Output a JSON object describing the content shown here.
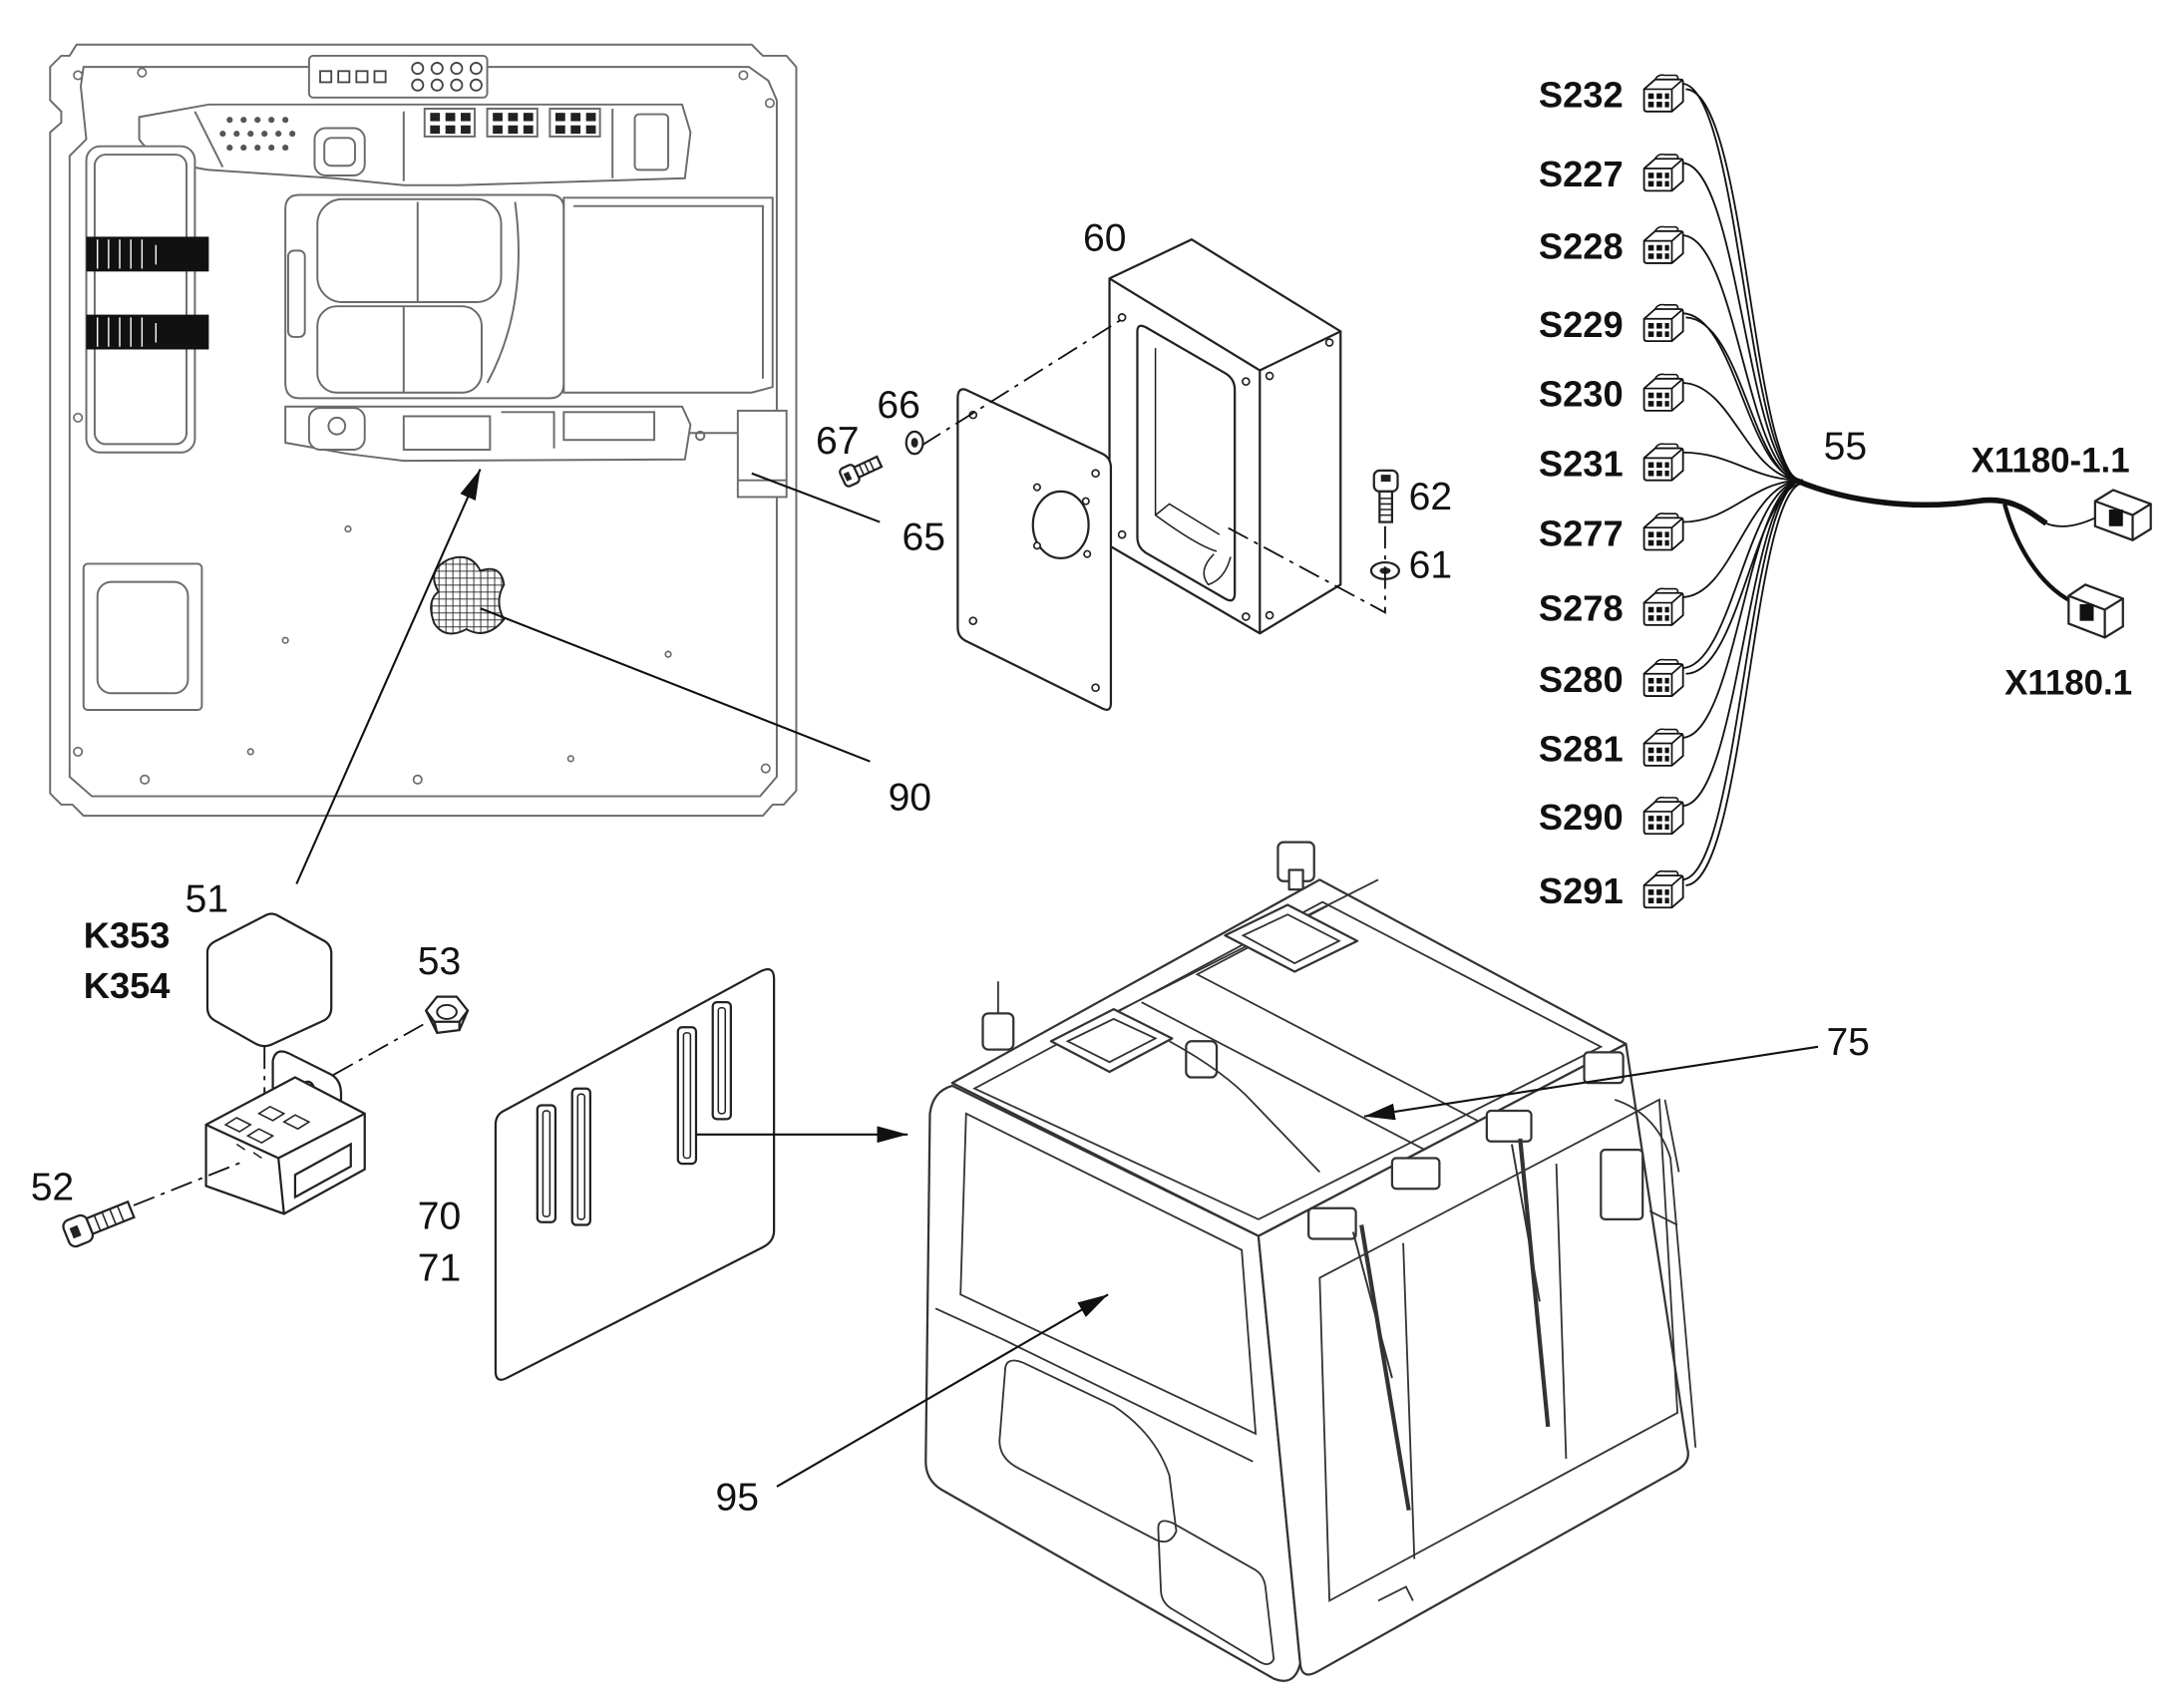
{
  "parts": {
    "p51": "51",
    "p52": "52",
    "p53": "53",
    "p55": "55",
    "p60": "60",
    "p61": "61",
    "p62": "62",
    "p65": "65",
    "p66": "66",
    "p67": "67",
    "p70": "70",
    "p71": "71",
    "p75": "75",
    "p90": "90",
    "p95": "95"
  },
  "relay_codes": [
    "K353",
    "K354"
  ],
  "switches": [
    "S232",
    "S227",
    "S228",
    "S229",
    "S230",
    "S231",
    "S277",
    "S278",
    "S280",
    "S281",
    "S290",
    "S291"
  ],
  "plugs": [
    "X1180-1.1",
    "X1180.1"
  ]
}
